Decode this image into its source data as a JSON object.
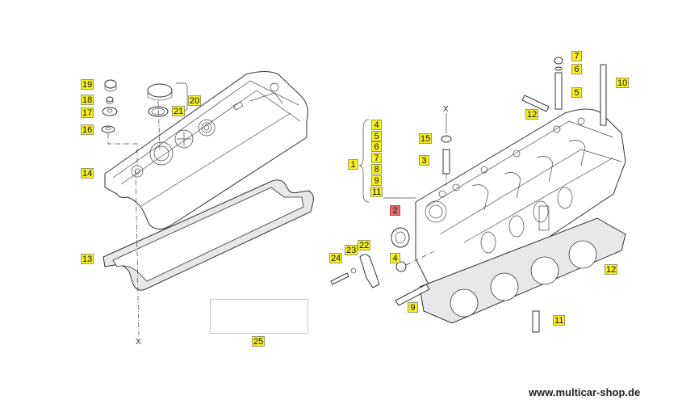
{
  "diagram": {
    "title": "Cylinder head and valve cover exploded view",
    "watermark": "www.multicar-shop.de",
    "axis_markers": {
      "left_bottom": "X",
      "right_top": "X"
    },
    "callouts_left": [
      {
        "id": "19",
        "part": "cap"
      },
      {
        "id": "18",
        "part": "nut"
      },
      {
        "id": "17",
        "part": "washer"
      },
      {
        "id": "16",
        "part": "grommet"
      },
      {
        "id": "20",
        "part": "oil filler cap assembly"
      },
      {
        "id": "21",
        "part": "seal ring"
      },
      {
        "id": "14",
        "part": "valve cover"
      },
      {
        "id": "13",
        "part": "valve cover gasket"
      },
      {
        "id": "25",
        "part": "empty box"
      }
    ],
    "callouts_right": [
      {
        "id": "1",
        "part": "bracket group",
        "group": [
          "4",
          "5",
          "6",
          "7",
          "8",
          "9",
          "11"
        ]
      },
      {
        "id": "4"
      },
      {
        "id": "5"
      },
      {
        "id": "6"
      },
      {
        "id": "7"
      },
      {
        "id": "8"
      },
      {
        "id": "9"
      },
      {
        "id": "11"
      },
      {
        "id": "15",
        "part": "cap nut"
      },
      {
        "id": "3",
        "part": "sensor"
      },
      {
        "id": "2",
        "part": "shaft seal",
        "highlight": "red"
      },
      {
        "id": "7",
        "part": "nut (top)"
      },
      {
        "id": "6",
        "part": "washer (top)"
      },
      {
        "id": "5",
        "part": "stud (top)"
      },
      {
        "id": "10",
        "part": "head bolt"
      },
      {
        "id": "12",
        "part": "stud"
      },
      {
        "id": "12",
        "part": "head gasket"
      },
      {
        "id": "22",
        "part": "bracket"
      },
      {
        "id": "23",
        "part": "washer"
      },
      {
        "id": "24",
        "part": "bolt"
      },
      {
        "id": "4",
        "part": "plug"
      },
      {
        "id": "9",
        "part": "stud"
      },
      {
        "id": "11",
        "part": "dowel sleeve"
      }
    ],
    "colors": {
      "label_yellow": "#f5f01e",
      "label_red": "#e86a6a"
    }
  }
}
